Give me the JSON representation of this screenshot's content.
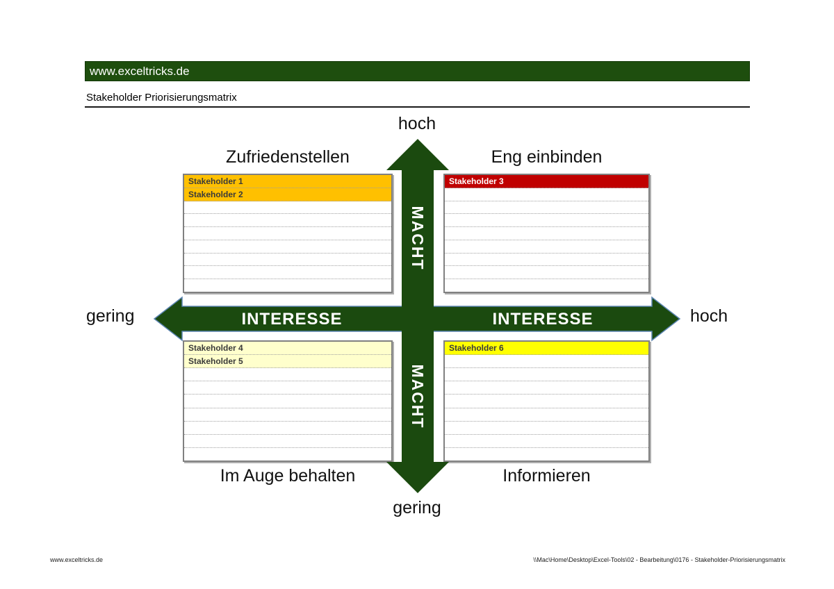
{
  "banner": {
    "brand": "www.exceltricks.de"
  },
  "title": "Stakeholder Priorisierungsmatrix",
  "axes": {
    "vertical": {
      "name": "MACHT",
      "high_label": "hoch",
      "low_label": "gering"
    },
    "horizontal": {
      "name": "INTERESSE",
      "low_label": "gering",
      "high_label": "hoch"
    }
  },
  "table": {
    "rows_per_table": 9
  },
  "quadrants": [
    {
      "id": "top-left",
      "title": "Zufriedenstellen",
      "entries": [
        "Stakeholder 1",
        "Stakeholder 2"
      ],
      "header_fill": "#FFC000",
      "header_text": "#3a3a3a"
    },
    {
      "id": "top-right",
      "title": "Eng einbinden",
      "entries": [
        "Stakeholder 3"
      ],
      "header_fill": "#C00000",
      "header_text": "#FFFFFF"
    },
    {
      "id": "bottom-left",
      "title": "Im Auge behalten",
      "entries": [
        "Stakeholder 4",
        "Stakeholder 5"
      ],
      "header_fill": "#FFFFCC",
      "header_text": "#3a3a3a"
    },
    {
      "id": "bottom-right",
      "title": "Informieren",
      "entries": [
        "Stakeholder 6"
      ],
      "header_fill": "#FFFF00",
      "header_text": "#3a3a3a"
    }
  ],
  "colors": {
    "banner_green": "#1E4E0E",
    "arrow_green": "#1B4A0F",
    "arrow_outline": "#5B84B1"
  },
  "footer": {
    "left": "www.exceltricks.de",
    "right": "\\\\Mac\\Home\\Desktop\\Excel-Tools\\02 - Bearbeitung\\0176 - Stakeholder-Priorisierungsmatrix"
  }
}
